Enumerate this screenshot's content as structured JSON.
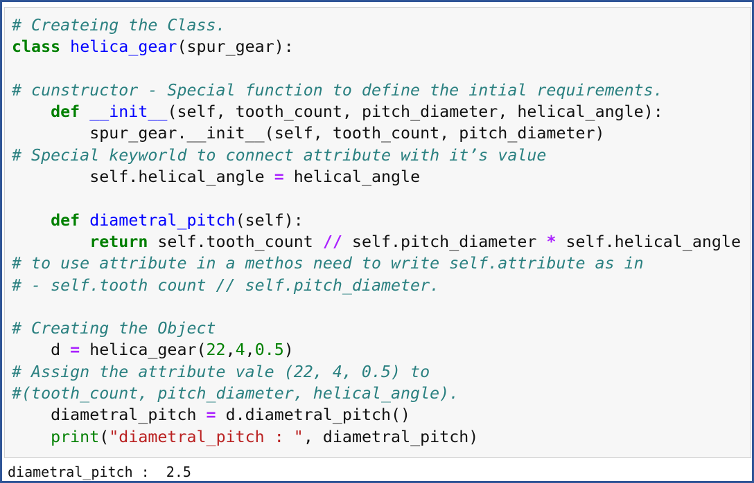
{
  "code": {
    "lines": [
      [
        [
          "# Createing the Class.",
          "cm"
        ]
      ],
      [
        [
          "class",
          "kw"
        ],
        [
          " ",
          ""
        ],
        [
          "helica_gear",
          "nm"
        ],
        [
          "(spur_gear):",
          ""
        ]
      ],
      [],
      [
        [
          "# cunstructor - Special function to define the intial requirements.",
          "cm"
        ]
      ],
      [
        [
          "    ",
          ""
        ],
        [
          "def",
          "kw"
        ],
        [
          " ",
          ""
        ],
        [
          "__init__",
          "nm"
        ],
        [
          "(self, tooth_count, pitch_diameter, helical_angle):",
          ""
        ]
      ],
      [
        [
          "        spur_gear.__init__(self, tooth_count, pitch_diameter)",
          ""
        ]
      ],
      [
        [
          "# Special keyworld to connect attribute with it’s value",
          "cm"
        ]
      ],
      [
        [
          "        self.helical_angle ",
          ""
        ],
        [
          "=",
          "op"
        ],
        [
          " helical_angle",
          ""
        ]
      ],
      [],
      [
        [
          "    ",
          ""
        ],
        [
          "def",
          "kw"
        ],
        [
          " ",
          ""
        ],
        [
          "diametral_pitch",
          "nm"
        ],
        [
          "(self):",
          ""
        ]
      ],
      [
        [
          "        ",
          ""
        ],
        [
          "return",
          "kw"
        ],
        [
          " self.tooth_count ",
          ""
        ],
        [
          "//",
          "op"
        ],
        [
          " self.pitch_diameter ",
          ""
        ],
        [
          "*",
          "op"
        ],
        [
          " self.helical_angle",
          ""
        ]
      ],
      [
        [
          "# to use attribute in a methos need to write self.attribute as in",
          "cm"
        ]
      ],
      [
        [
          "# - self.tooth count // self.pitch_diameter.",
          "cm"
        ]
      ],
      [],
      [
        [
          "# Creating the Object",
          "cm"
        ]
      ],
      [
        [
          "    d ",
          ""
        ],
        [
          "=",
          "op"
        ],
        [
          " helica_gear(",
          ""
        ],
        [
          "22",
          "nu"
        ],
        [
          ",",
          ""
        ],
        [
          "4",
          "nu"
        ],
        [
          ",",
          ""
        ],
        [
          "0.5",
          "nu"
        ],
        [
          ")",
          ""
        ]
      ],
      [
        [
          "# Assign the attribute vale (22, 4, 0.5) to",
          "cm"
        ]
      ],
      [
        [
          "#(tooth_count, pitch_diameter, helical_angle).",
          "cm"
        ]
      ],
      [
        [
          "    diametral_pitch ",
          ""
        ],
        [
          "=",
          "op"
        ],
        [
          " d.diametral_pitch()",
          ""
        ]
      ],
      [
        [
          "    ",
          ""
        ],
        [
          "print",
          "bi"
        ],
        [
          "(",
          ""
        ],
        [
          "\"diametral_pitch : \"",
          "st"
        ],
        [
          ", diametral_pitch)",
          ""
        ]
      ]
    ]
  },
  "output": {
    "text": "diametral_pitch :  2.5"
  }
}
